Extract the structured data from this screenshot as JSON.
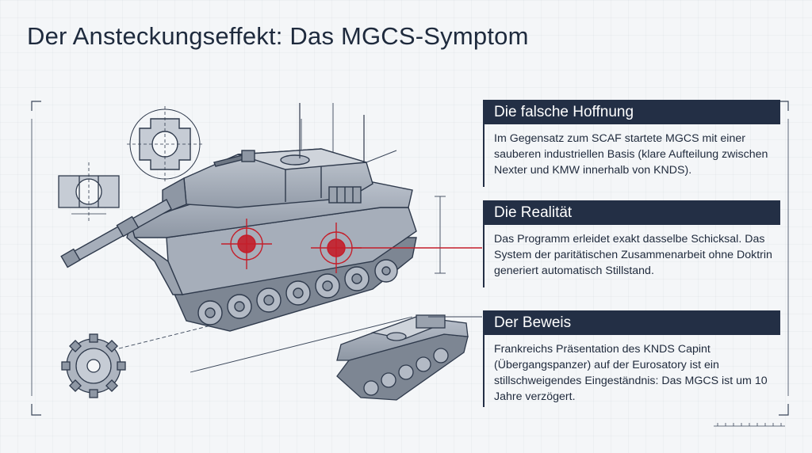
{
  "title": "Der Ansteckungseffekt: Das MGCS-Symptom",
  "colors": {
    "navy": "#232f45",
    "accent_red": "#c41e2a",
    "line_gray": "#3b475a",
    "background": "#f4f6f8"
  },
  "panels": [
    {
      "heading": "Die falsche Hoffnung",
      "body": "Im Gegensatz zum SCAF startete MGCS mit einer sauberen industriellen Basis (klare Aufteilung zwischen Nexter und KMW innerhalb von KNDS)."
    },
    {
      "heading": "Die Realität",
      "body": "Das Programm erleidet exakt dasselbe Schicksal. Das System der paritätischen Zusammenarbeit ohne Doktrin generiert automatisch Stillstand."
    },
    {
      "heading": "Der Beweis",
      "body": "Frankreichs Präsentation des KNDS Capint (Übergangspanzer) auf der Eurosatory ist ein stillschweigendes Eingeständnis: Das MGCS ist um 10 Jahre verzögert."
    }
  ],
  "illustration": {
    "main": "main-battle-tank-blueprint",
    "secondary": "transition-tank-hull-blueprint",
    "details": [
      "hatch-detail",
      "track-link-detail",
      "drive-sprocket-detail"
    ],
    "targets": 2
  }
}
